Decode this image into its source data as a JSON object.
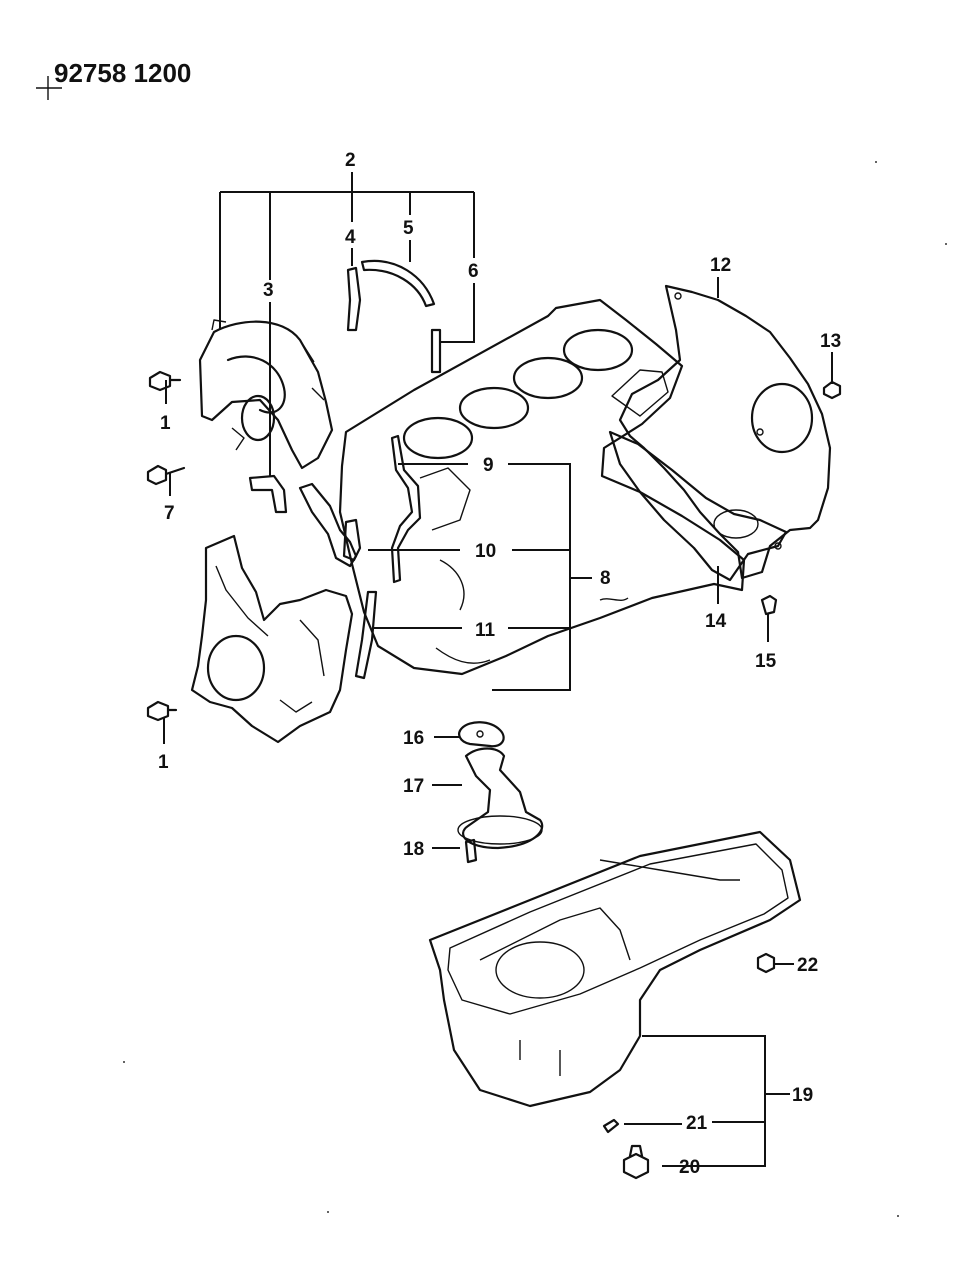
{
  "document_number": "92758 1200",
  "callouts": {
    "c1a": "1",
    "c1b": "1",
    "c2": "2",
    "c3": "3",
    "c4": "4",
    "c5": "5",
    "c6": "6",
    "c7": "7",
    "c8": "8",
    "c9": "9",
    "c10": "10",
    "c11": "11",
    "c12": "12",
    "c13": "13",
    "c14": "14",
    "c15": "15",
    "c16": "16",
    "c17": "17",
    "c18": "18",
    "c19": "19",
    "c20": "20",
    "c21": "21",
    "c22": "22"
  }
}
